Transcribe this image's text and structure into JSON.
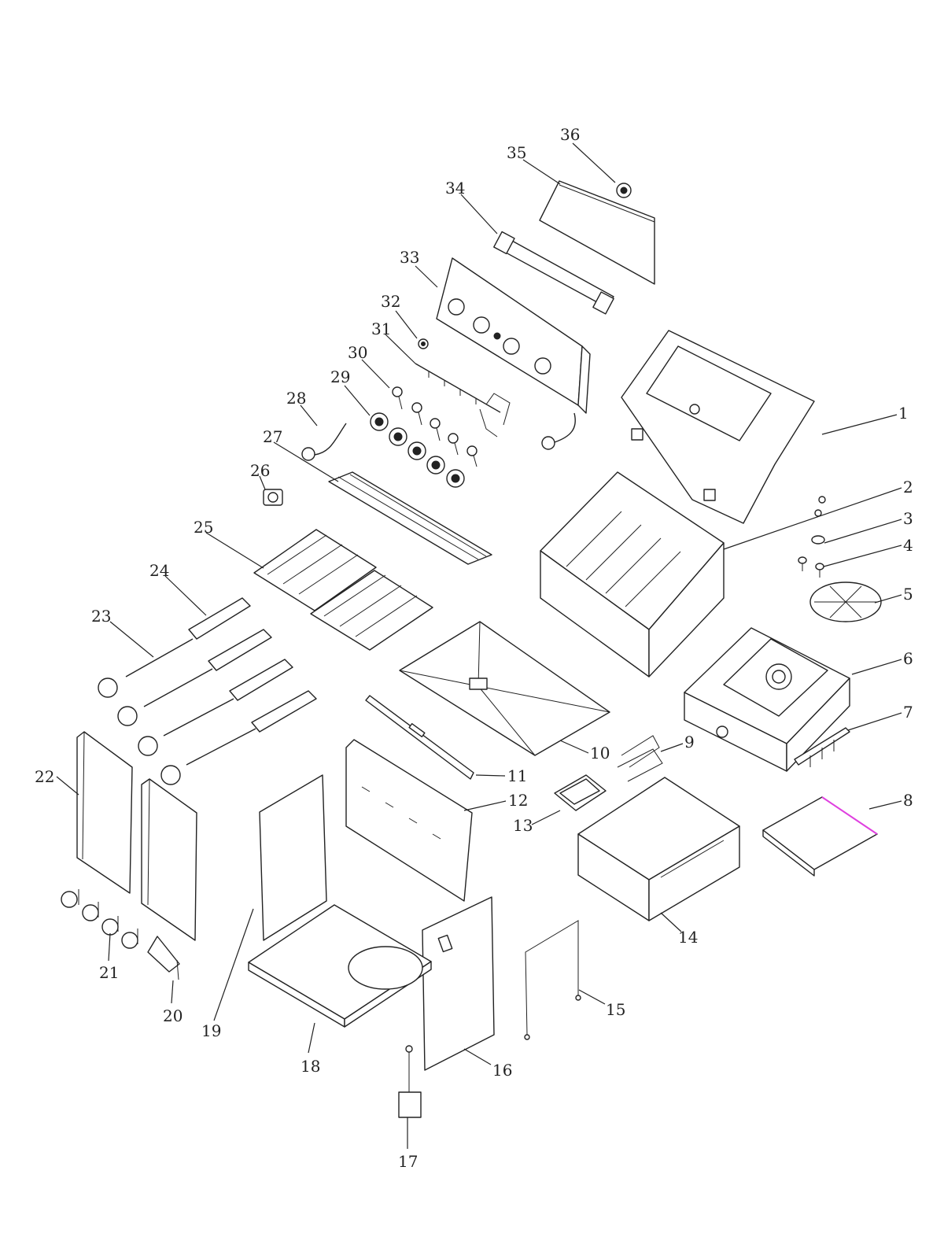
{
  "diagram": {
    "callouts": [
      "1",
      "2",
      "3",
      "4",
      "5",
      "6",
      "7",
      "8",
      "9",
      "10",
      "11",
      "12",
      "13",
      "14",
      "15",
      "16",
      "17",
      "18",
      "19",
      "20",
      "21",
      "22",
      "23",
      "24",
      "25",
      "26",
      "27",
      "28",
      "29",
      "30",
      "31",
      "32",
      "33",
      "34",
      "35",
      "36"
    ]
  },
  "colors": {
    "line": "#222222",
    "background": "#ffffff",
    "highlight": "#e040e0"
  }
}
